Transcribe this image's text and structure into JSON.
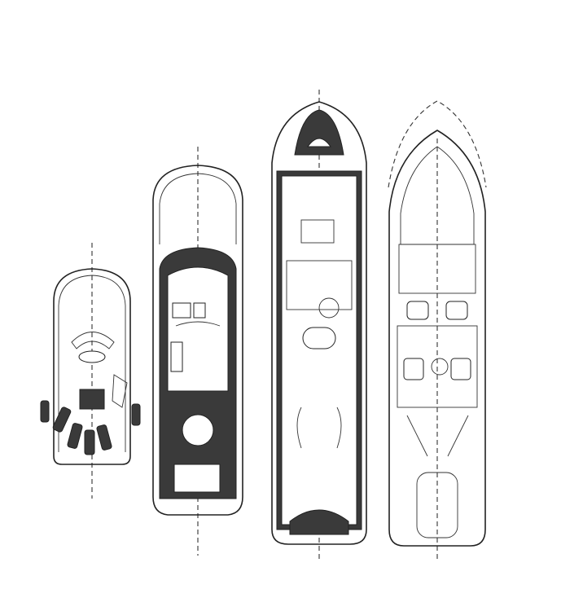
{
  "diagram": {
    "decks": [
      {
        "id": "sun-deck"
      },
      {
        "id": "upper-deck"
      },
      {
        "id": "main-deck"
      },
      {
        "id": "lower-deck"
      }
    ],
    "colors": {
      "line": "#222222",
      "deck_fill": "#3a3a3a",
      "background": "#ffffff"
    }
  }
}
